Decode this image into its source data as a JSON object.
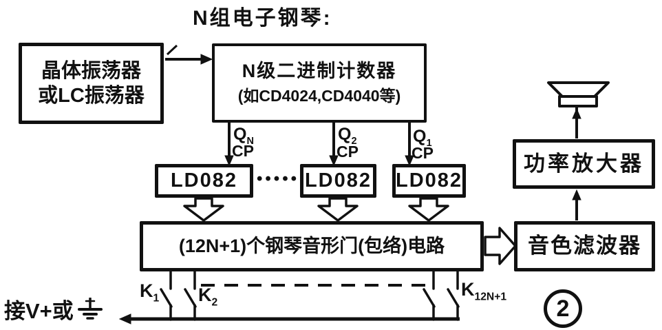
{
  "title": "N组电子钢琴:",
  "palette": {
    "ink": "#111111",
    "paper": "#ffffff"
  },
  "blocks": {
    "oscillator": {
      "line1": "晶体振荡器",
      "line2": "或LC振荡器"
    },
    "counter": {
      "line1": "N级二进制计数器",
      "line2": "(如CD4024,CD4040等)"
    },
    "ld082": [
      {
        "label": "LD082"
      },
      {
        "label": "LD082"
      },
      {
        "label": "LD082"
      }
    ],
    "gate": {
      "label": "(12N+1)个钢琴音形门(包络)电路"
    },
    "power_amp": {
      "label": "功率放大器"
    },
    "tone_filter": {
      "label": "音色滤波器"
    }
  },
  "counter_outputs": [
    {
      "base": "Q",
      "sub": "N",
      "clock": "CP"
    },
    {
      "base": "Q",
      "sub": "2",
      "clock": "CP"
    },
    {
      "base": "Q",
      "sub": "1",
      "clock": "CP"
    }
  ],
  "ellipsis_dots": "•••••",
  "keys": [
    {
      "base": "K",
      "sub": "1"
    },
    {
      "base": "K",
      "sub": "2"
    },
    {
      "base": "K",
      "sub": "12N+1"
    }
  ],
  "bottom_note": {
    "text": "接V+或"
  },
  "figure_number": "2",
  "icons": {
    "speaker": "speaker-icon",
    "ground": "earth-ground-icon",
    "arrows": "solid and hollow block arrows"
  }
}
